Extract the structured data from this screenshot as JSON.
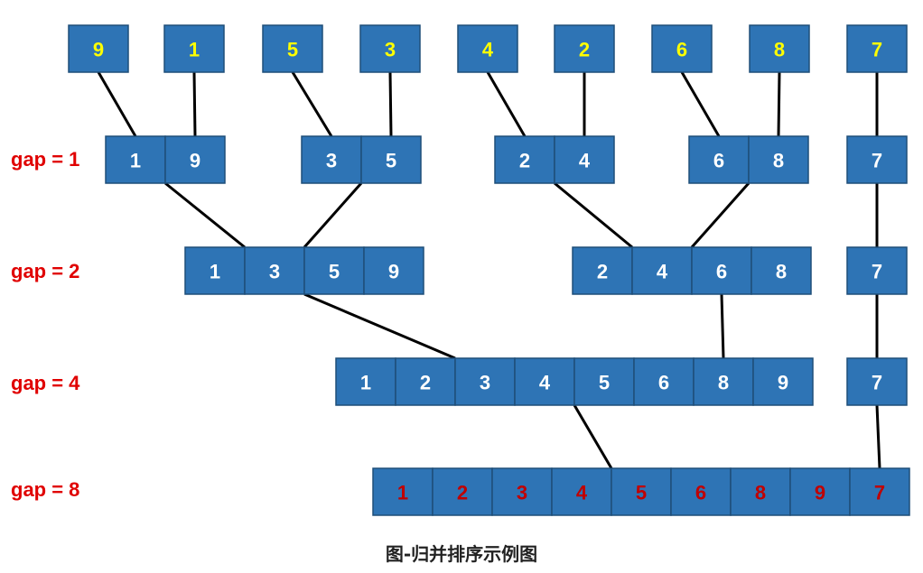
{
  "rows": [
    {
      "label": "",
      "groups": [
        [
          "9"
        ],
        [
          "1"
        ],
        [
          "5"
        ],
        [
          "3"
        ],
        [
          "4"
        ],
        [
          "2"
        ],
        [
          "6"
        ],
        [
          "8"
        ],
        [
          "7"
        ]
      ]
    },
    {
      "label": "gap = 1",
      "groups": [
        [
          "1",
          "9"
        ],
        [
          "3",
          "5"
        ],
        [
          "2",
          "4"
        ],
        [
          "6",
          "8"
        ],
        [
          "7"
        ]
      ]
    },
    {
      "label": "gap = 2",
      "groups": [
        [
          "1",
          "3",
          "5",
          "9"
        ],
        [
          "2",
          "4",
          "6",
          "8"
        ],
        [
          "7"
        ]
      ]
    },
    {
      "label": "gap = 4",
      "groups": [
        [
          "1",
          "2",
          "3",
          "4",
          "5",
          "6",
          "8",
          "9"
        ],
        [
          "7"
        ]
      ]
    },
    {
      "label": "gap = 8",
      "groups": [
        [
          "1",
          "2",
          "3",
          "4",
          "5",
          "6",
          "8",
          "9",
          "7"
        ]
      ]
    }
  ],
  "caption": "图-归并排序示例图",
  "colors": {
    "cell_fill": "#2E74B5",
    "initial_number": "#FFFF00",
    "number": "#FFFFFF",
    "final_number": "#C00000",
    "gap_label": "#E00000"
  }
}
